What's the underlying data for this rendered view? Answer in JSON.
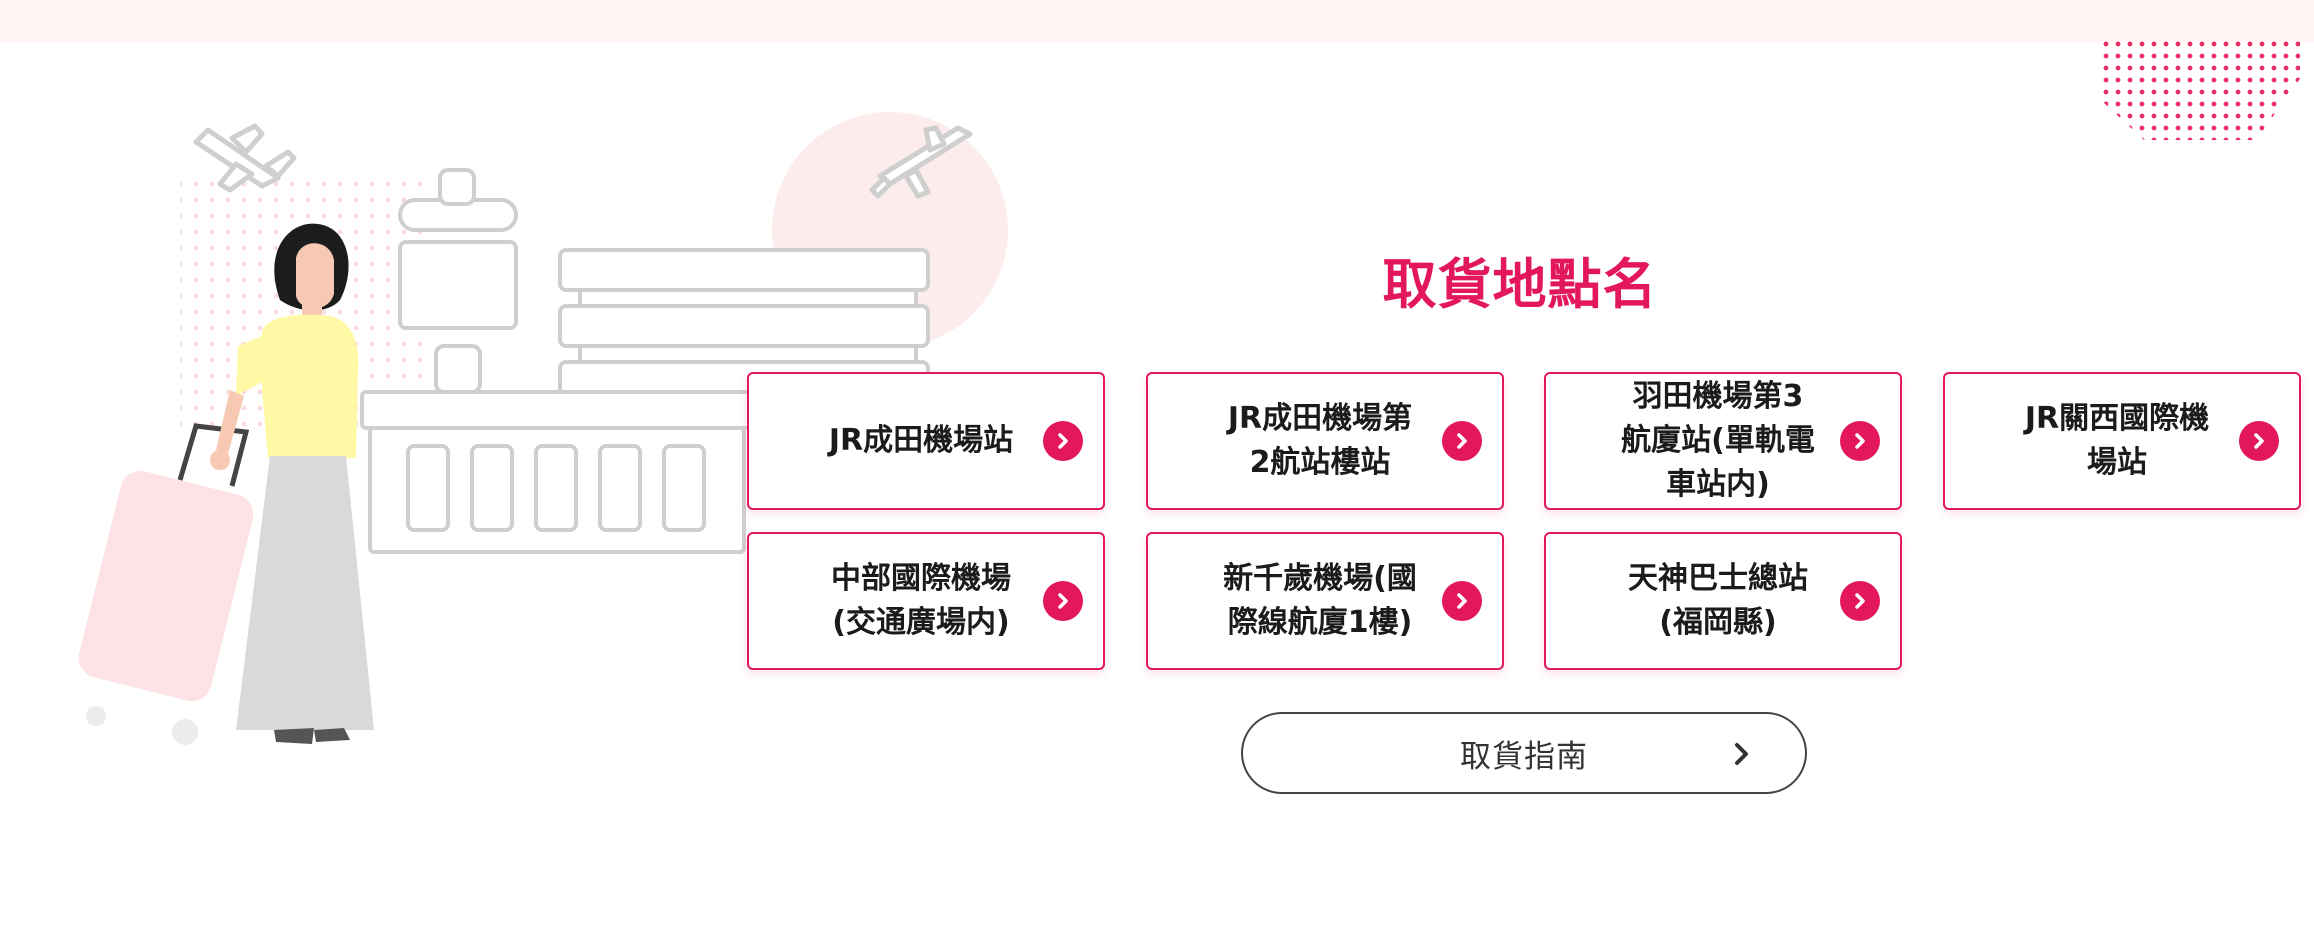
{
  "section": {
    "title": "取貨地點名"
  },
  "locations": [
    {
      "label": "JR成田機場站"
    },
    {
      "label": "JR成田機場第2航站樓站"
    },
    {
      "label": "羽田機場第3航廈站(單軌電車站内)"
    },
    {
      "label": "JR關西國際機場站"
    },
    {
      "label": "中部國際機場(交通廣場内)"
    },
    {
      "label": "新千歲機場(國際線航廈1樓)"
    },
    {
      "label": "天神巴士總站(福岡縣)"
    }
  ],
  "guide": {
    "label": "取貨指南",
    "icon": "chevron-right-icon"
  },
  "icons": {
    "card_arrow": "chevron-right-circle-icon"
  },
  "colors": {
    "accent": "#e2175e",
    "text": "#1b1b1b",
    "band": "#fff3f3",
    "illustration_line": "#cfcfcf"
  }
}
